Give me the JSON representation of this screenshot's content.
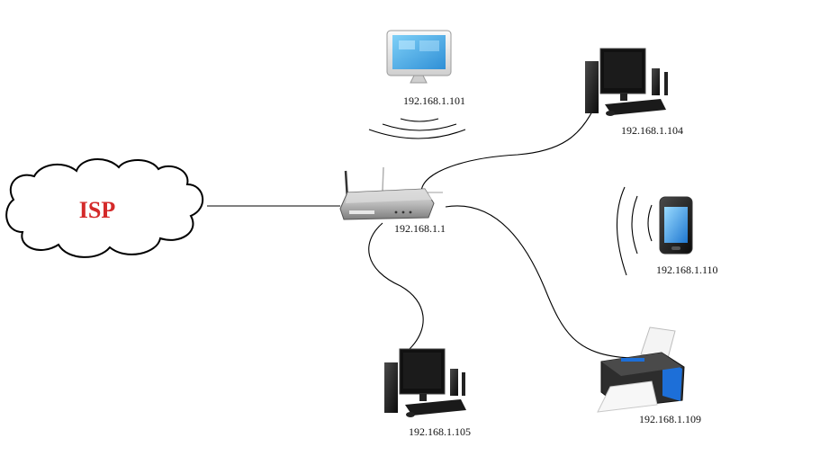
{
  "colors": {
    "isp_text": "#d42a2a",
    "cloud_stroke": "#000000",
    "wire": "#000000",
    "printer_accent": "#1d6fd8",
    "screen_blue": "#3ba6e6"
  },
  "isp": {
    "label": "ISP",
    "icon": "cloud-icon"
  },
  "router": {
    "ip": "192.168.1.1",
    "icon": "wireless-router-icon"
  },
  "devices": {
    "wireless_monitor": {
      "ip": "192.168.1.101",
      "icon": "monitor-icon",
      "connection": "wireless"
    },
    "desktop_top": {
      "ip": "192.168.1.104",
      "icon": "desktop-computer-icon",
      "connection": "wired"
    },
    "phone": {
      "ip": "192.168.1.110",
      "icon": "smartphone-icon",
      "connection": "wireless"
    },
    "printer": {
      "ip": "192.168.1.109",
      "icon": "printer-icon",
      "connection": "wired"
    },
    "desktop_bottom": {
      "ip": "192.168.1.105",
      "icon": "desktop-computer-icon",
      "connection": "wired"
    }
  }
}
